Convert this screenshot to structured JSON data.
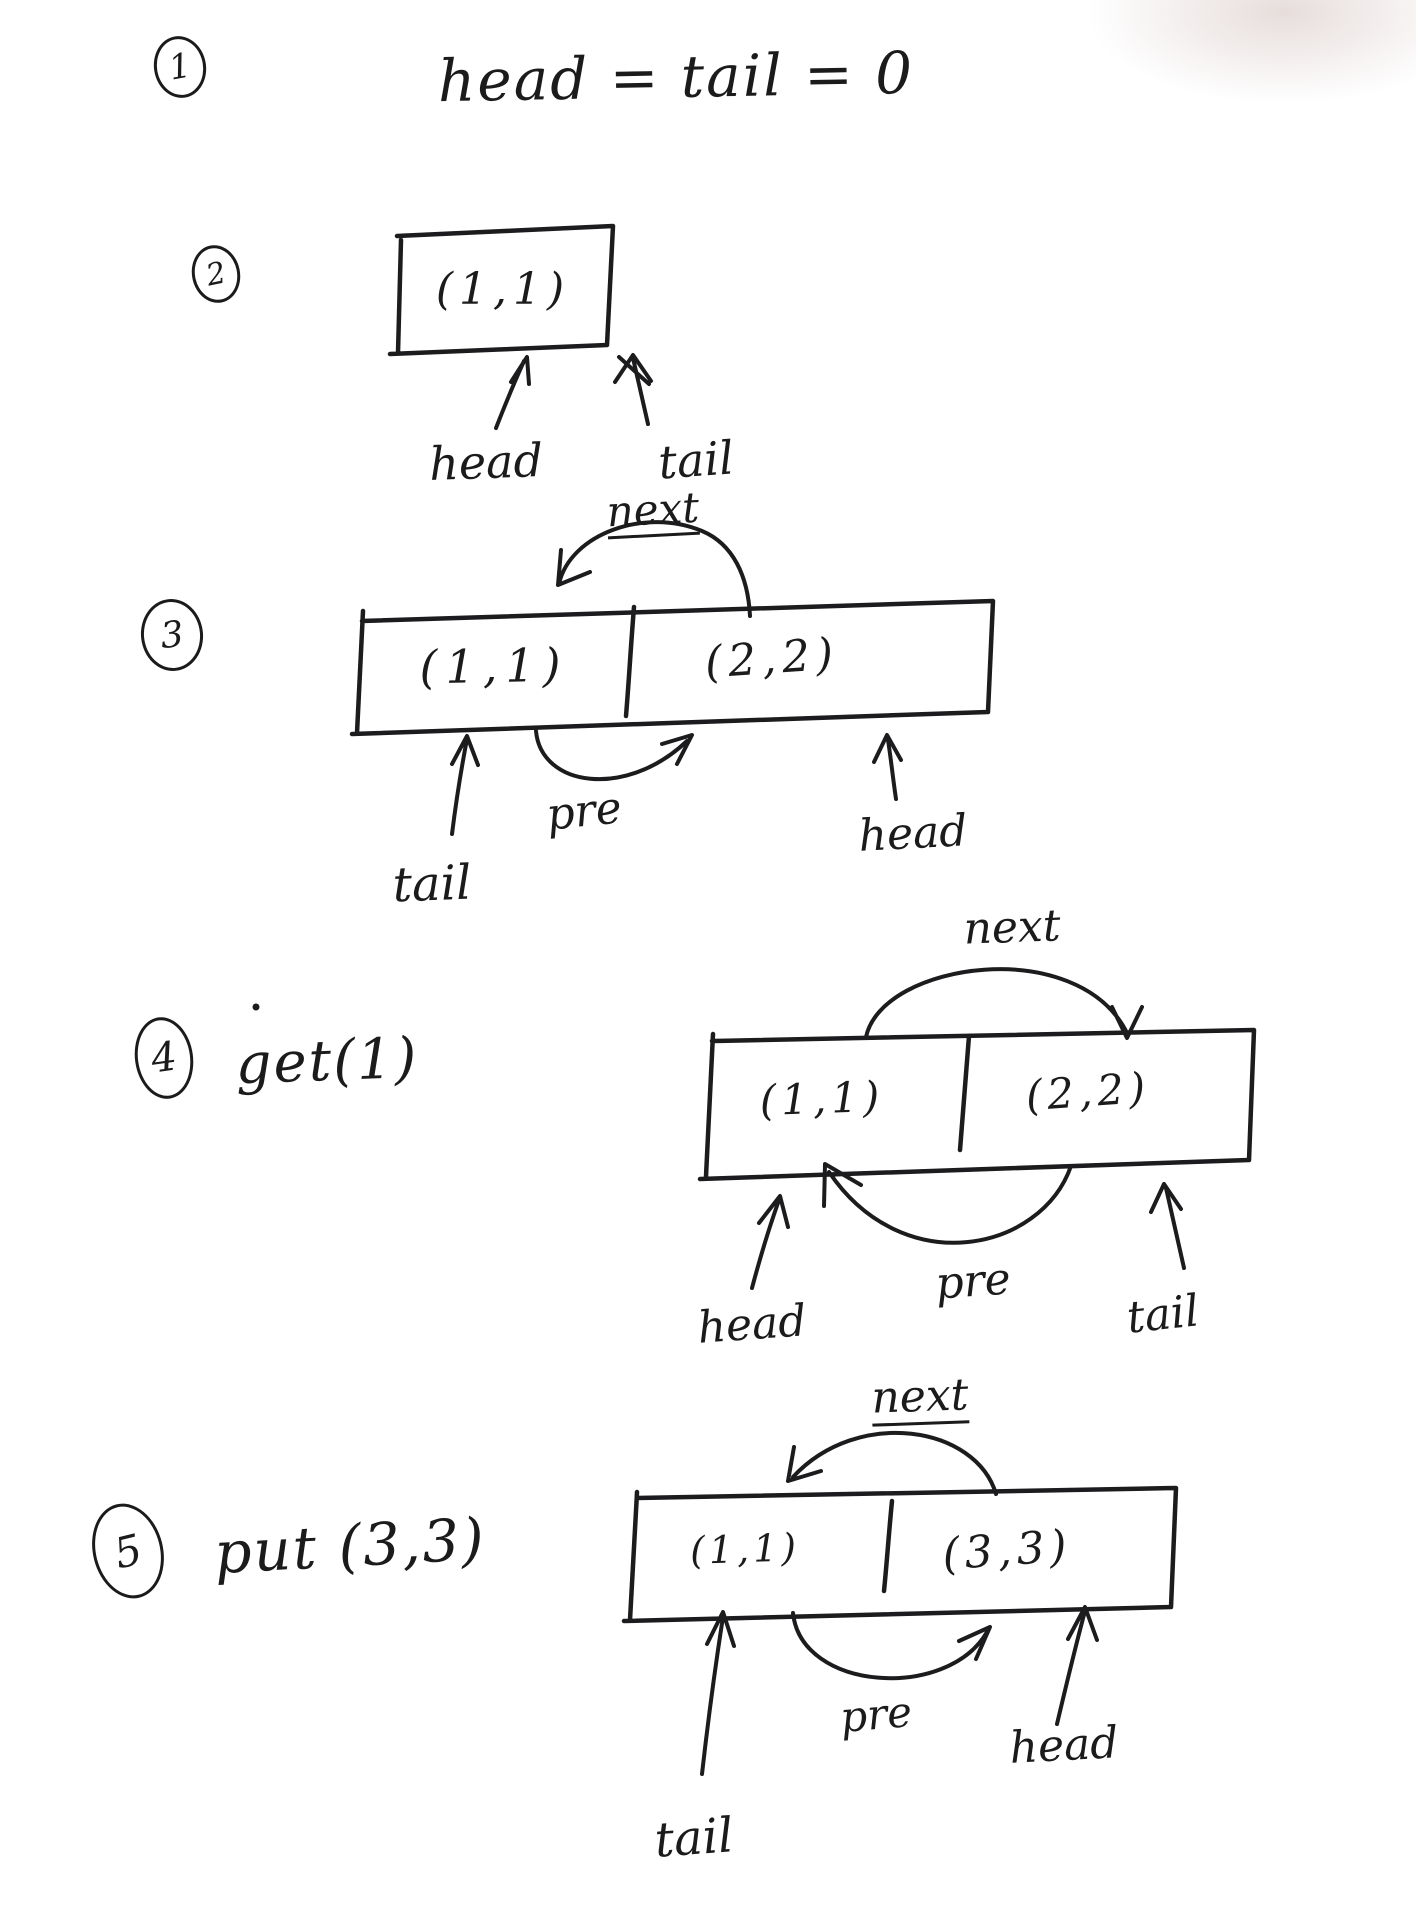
{
  "page": {
    "background": "#ffffff",
    "ink": "#1c1c1e"
  },
  "step1": {
    "num": "1",
    "formula": "head = tail = 0"
  },
  "step2": {
    "num": "2",
    "node1": "(1,1)",
    "head_label": "head",
    "tail_label": "tail"
  },
  "step3": {
    "num": "3",
    "next_label": "next",
    "node1": "(1,1)",
    "node2": "(2,2)",
    "tail_label": "tail",
    "pre_label": "pre",
    "head_label": "head"
  },
  "step4": {
    "num": "4",
    "op": "get(1)",
    "next_label": "next",
    "node1": "(1,1)",
    "node2": "(2,2)",
    "head_label": "head",
    "pre_label": "pre",
    "tail_label": "tail"
  },
  "step5": {
    "num": "5",
    "op": "put (3,3)",
    "next_label": "next",
    "node1": "(1,1)",
    "node2": "(3,3)",
    "tail_label": "tail",
    "pre_label": "pre",
    "head_label": "head"
  }
}
